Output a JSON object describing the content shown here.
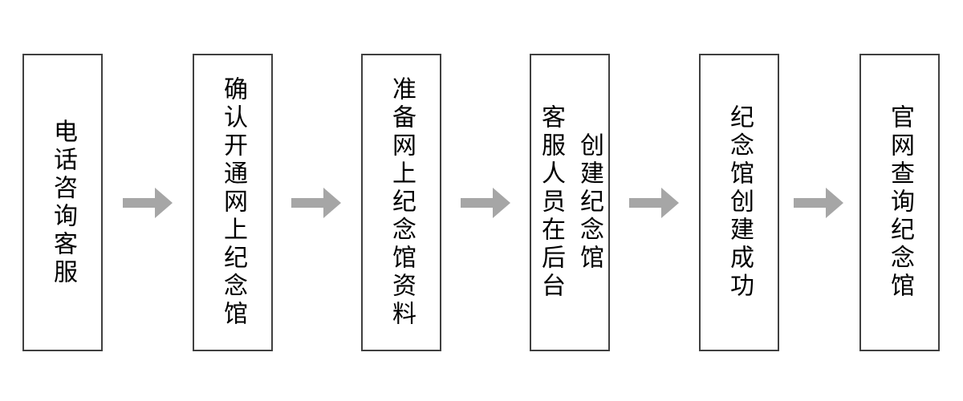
{
  "flowchart": {
    "steps": [
      {
        "label": "电话咨询客服"
      },
      {
        "label": "确认开通网上纪念馆"
      },
      {
        "label": "准备网上纪念馆资料"
      },
      {
        "label": "客服人员在后台\n创建纪念馆"
      },
      {
        "label": "纪念馆创建成功"
      },
      {
        "label": "官网查询纪念馆"
      }
    ],
    "colors": {
      "background": "#ffffff",
      "box_border": "#404040",
      "text": "#000000",
      "arrow": "#a6a6a6"
    }
  }
}
